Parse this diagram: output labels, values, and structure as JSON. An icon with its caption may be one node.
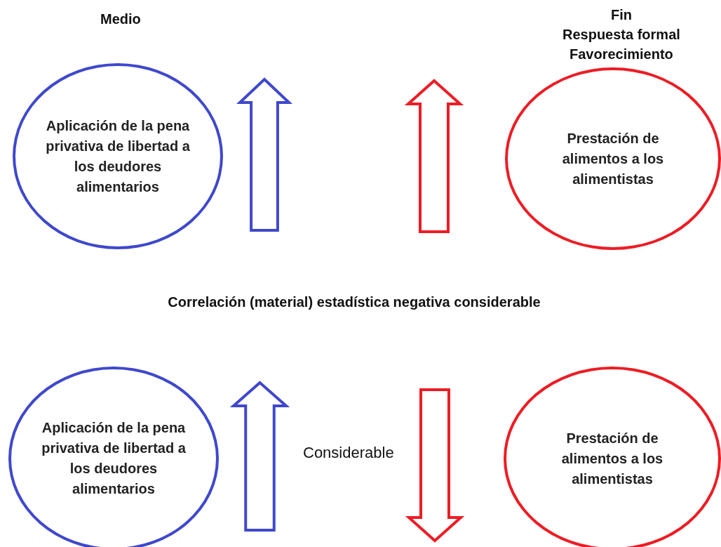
{
  "diagram": {
    "nodes": [
      {
        "text": [
          "Aplicación de la pena privativa de libertad a los deudores alimentarios"
        ]
      },
      {
        "text": [
          "Prestación de alimentos a los alimentistas"
        ]
      },
      {
        "text": [
          "Aplicación de la pena privativa de libertad a los deudores alimentarios"
        ]
      },
      {
        "text": [
          "Prestación de alimentos a los alimentistas"
        ]
      }
    ],
    "edges": [],
    "labels": [
      "Medio",
      "Fin",
      "Respuesta formal",
      "Favorecimiento",
      "Correlación (material) estadística negativa considerable",
      "Considerable"
    ]
  }
}
